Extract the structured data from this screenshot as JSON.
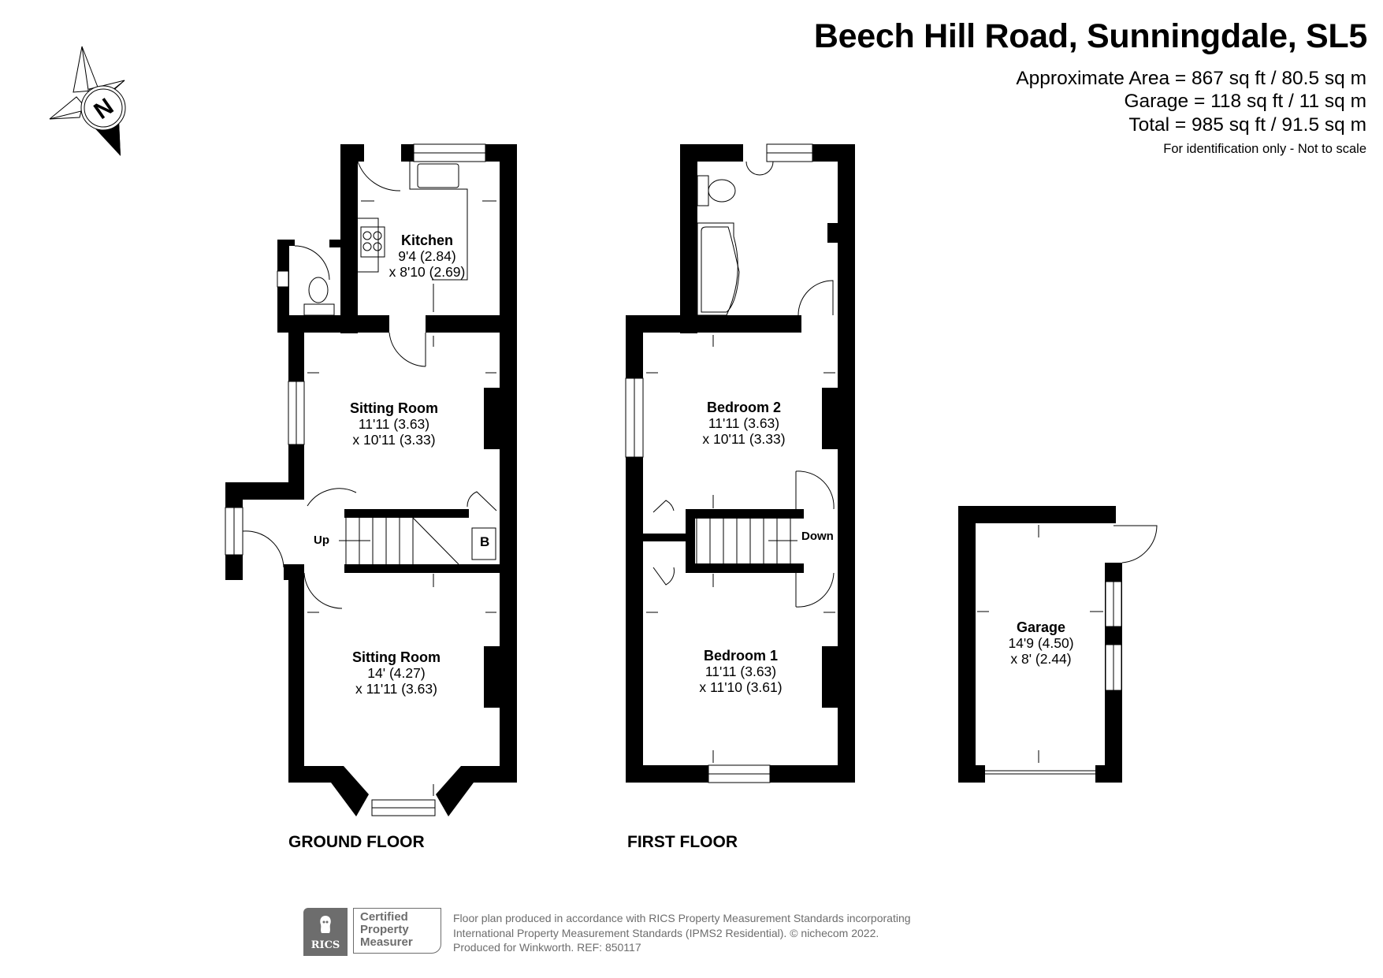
{
  "header": {
    "title": "Beech Hill Road, Sunningdale, SL5",
    "areas": [
      "Approximate Area = 867 sq ft / 80.5 sq m",
      "Garage = 118 sq ft / 11 sq m",
      "Total = 985 sq ft / 91.5 sq m"
    ],
    "note": "For identification only - Not to scale"
  },
  "compass": {
    "label": "N",
    "icon": "north-arrow-compass-icon"
  },
  "ground_floor": {
    "label": "GROUND FLOOR",
    "rooms": [
      {
        "name": "Kitchen",
        "dim1": "9'4 (2.84)",
        "dim2": "x 8'10 (2.69)"
      },
      {
        "name": "Sitting Room",
        "dim1": "11'11 (3.63)",
        "dim2": "x 10'11 (3.33)"
      },
      {
        "name": "Sitting Room",
        "dim1": "14' (4.27)",
        "dim2": "x 11'11 (3.63)"
      }
    ],
    "stairs_label": "Up",
    "boiler_label": "B"
  },
  "first_floor": {
    "label": "FIRST FLOOR",
    "rooms": [
      {
        "name": "Bedroom 2",
        "dim1": "11'11 (3.63)",
        "dim2": "x 10'11 (3.33)"
      },
      {
        "name": "Bedroom 1",
        "dim1": "11'11 (3.63)",
        "dim2": "x 11'10 (3.61)"
      }
    ],
    "stairs_label": "Down"
  },
  "garage": {
    "name": "Garage",
    "dim1": "14'9 (4.50)",
    "dim2": "x 8' (2.44)"
  },
  "footer": {
    "rics_label": "RICS",
    "cert_lines": [
      "Certified",
      "Property",
      "Measurer"
    ],
    "lines": [
      "Floor plan produced in accordance with RICS Property Measurement Standards incorporating",
      "International Property Measurement Standards (IPMS2 Residential).   © nichecom 2022.",
      "Produced for Winkworth.   REF: 850117"
    ]
  },
  "colors": {
    "wall": "#000000",
    "background": "#ffffff",
    "footer_gray": "#6d6d6d"
  }
}
